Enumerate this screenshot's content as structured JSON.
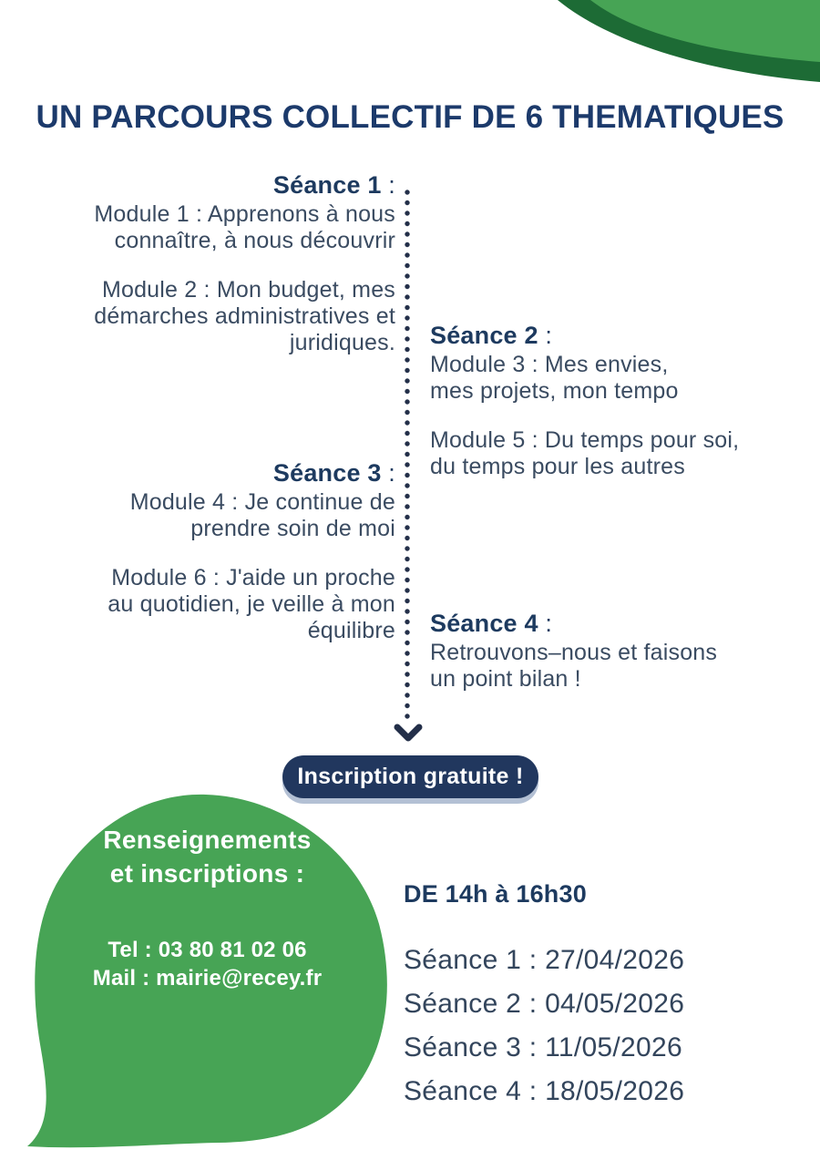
{
  "title": "UN PARCOURS COLLECTIF DE 6 THEMATIQUES",
  "seance1": {
    "heading": "Séance 1",
    "colon": " :",
    "module_a": "Module 1 : Apprenons à nous\nconnaître, à nous découvrir",
    "module_b": "Module 2 : Mon budget, mes\ndémarches administratives et\njuridiques."
  },
  "seance2": {
    "heading": "Séance 2",
    "colon": " :",
    "module_a": "Module 3 : Mes envies,\nmes projets, mon tempo",
    "module_b": "Module 5 : Du temps pour soi,\ndu temps pour les autres"
  },
  "seance3": {
    "heading": "Séance 3",
    "colon": " :",
    "module_a": "Module 4 : Je continue de\nprendre soin de moi",
    "module_b": "Module 6 : J'aide un proche\nau quotidien, je veille à mon\néquilibre"
  },
  "seance4": {
    "heading": "Séance 4",
    "colon": " :",
    "module_a": "Retrouvons–nous et faisons\nun point bilan !"
  },
  "badge": {
    "label": "Inscription gratuite !"
  },
  "contact": {
    "heading": "Renseignements\net inscriptions :",
    "tel": "Tel : 03 80 81 02 06",
    "mail": "Mail : mairie@recey.fr"
  },
  "schedule": {
    "time": "DE 14h à 16h30",
    "dates": [
      "Séance 1 : 27/04/2026",
      "Séance 2 : 04/05/2026",
      "Séance 3 : 11/05/2026",
      "Séance 4 : 18/05/2026"
    ]
  },
  "colors": {
    "title_navy": "#1c3a6b",
    "heading_navy": "#1d3a5f",
    "body_text": "#3a4b61",
    "dotted_line": "#232f49",
    "badge_bg": "#21375e",
    "badge_shadow": "#b3c0d4",
    "green_light": "#47a455",
    "green_dark": "#1d6b35",
    "white": "#ffffff"
  }
}
